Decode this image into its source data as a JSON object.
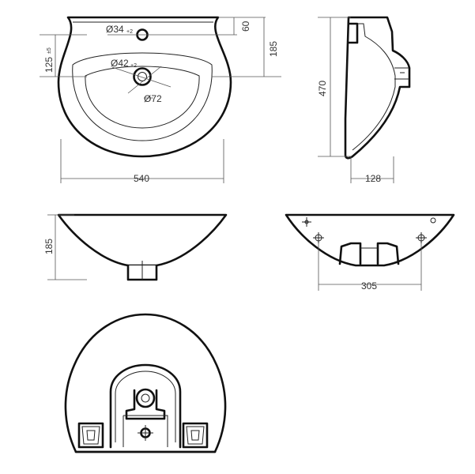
{
  "dimensions": {
    "hole_small": "Ø34",
    "hole_small_tol": "+2",
    "hole_main": "Ø42",
    "hole_main_tol": "+2",
    "drain": "Ø72",
    "offset_60": "60",
    "depth_185_top": "185",
    "height_125": "125",
    "height_125_tol": "±5",
    "width_540": "540",
    "length_470": "470",
    "thickness_128": "128",
    "height_185_front": "185",
    "mount_305": "305"
  }
}
